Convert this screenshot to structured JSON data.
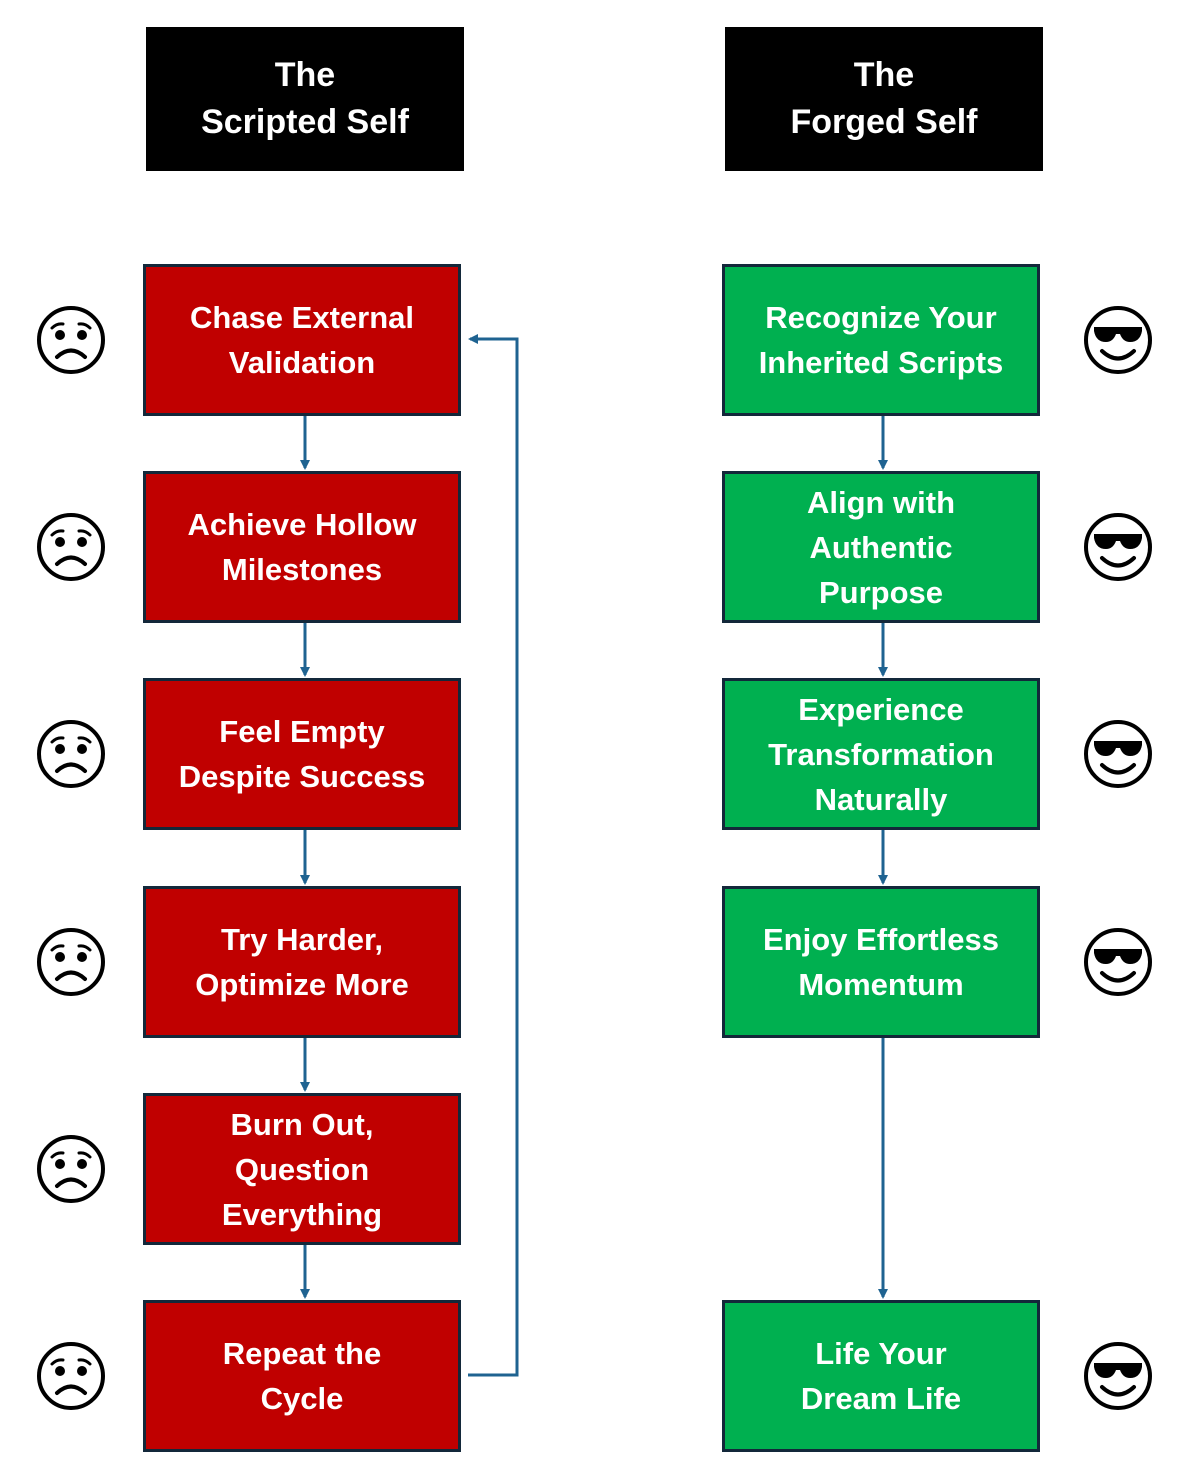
{
  "colors": {
    "scripted_box": "#c00000",
    "forged_box": "#00b050",
    "header_bg": "#000000",
    "connector": "#1f6391",
    "box_border": "#13283a"
  },
  "columns": [
    {
      "header": {
        "line1": "The",
        "line2": "Scripted Self"
      },
      "face_icon": "worried-face-icon",
      "steps": [
        {
          "label": "Chase External\nValidation"
        },
        {
          "label": "Achieve Hollow\nMilestones"
        },
        {
          "label": "Feel Empty\nDespite Success"
        },
        {
          "label": "Try Harder,\nOptimize More"
        },
        {
          "label": "Burn Out,\nQuestion\nEverything"
        },
        {
          "label": "Repeat the\nCycle"
        }
      ],
      "loop_back": {
        "from_step": 6,
        "to_step": 1
      }
    },
    {
      "header": {
        "line1": "The",
        "line2": "Forged Self"
      },
      "face_icon": "sunglasses-face-icon",
      "steps": [
        {
          "label": "Recognize Your\nInherited Scripts"
        },
        {
          "label": "Align with\nAuthentic\nPurpose"
        },
        {
          "label": "Experience\nTransformation\nNaturally"
        },
        {
          "label": "Enjoy Effortless\nMomentum"
        },
        {
          "label": "Life Your\nDream Life"
        }
      ]
    }
  ]
}
